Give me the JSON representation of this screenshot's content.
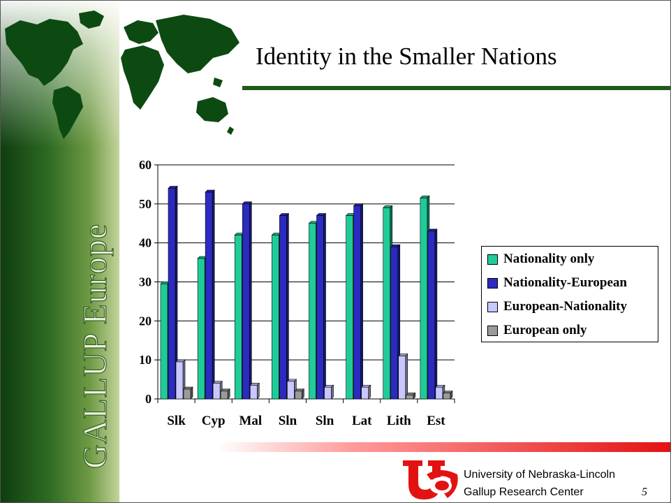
{
  "slide": {
    "title": "Identity in the Smaller Nations",
    "sidebar_brand": "GALLUP Europe",
    "footer_line1": "University of Nebraska-Lincoln",
    "footer_line2": "Gallup Research Center",
    "page_number": "5"
  },
  "colors": {
    "sidebar_dark": "#0f3d10",
    "title_rule": "#1f5a1a",
    "accent_red": "#e31212"
  },
  "chart_data": {
    "type": "bar",
    "title": "",
    "xlabel": "",
    "ylabel": "",
    "ylim": [
      0,
      60
    ],
    "yticks": [
      "0",
      "10",
      "20",
      "30",
      "40",
      "50",
      "60"
    ],
    "grid": true,
    "legend_position": "right",
    "categories": [
      "Slk",
      "Cyp",
      "Mal",
      "Sln",
      "Sln",
      "Lat",
      "Lith",
      "Est"
    ],
    "series": [
      {
        "name": "Nationality only",
        "color": "#1fcc99",
        "values": [
          29.5,
          36,
          42,
          42,
          45,
          47,
          49,
          51.5
        ]
      },
      {
        "name": "Nationality-European",
        "color": "#2b2bbf",
        "values": [
          54,
          53,
          50,
          47,
          47,
          49.5,
          39,
          43
        ]
      },
      {
        "name": "European-Nationality",
        "color": "#c8c8ff",
        "values": [
          9.5,
          4,
          3.5,
          4.5,
          3,
          3,
          11,
          3
        ]
      },
      {
        "name": "European only",
        "color": "#9a9a9a",
        "values": [
          2.5,
          2,
          0,
          2,
          0,
          0,
          1,
          1.5
        ]
      }
    ]
  }
}
